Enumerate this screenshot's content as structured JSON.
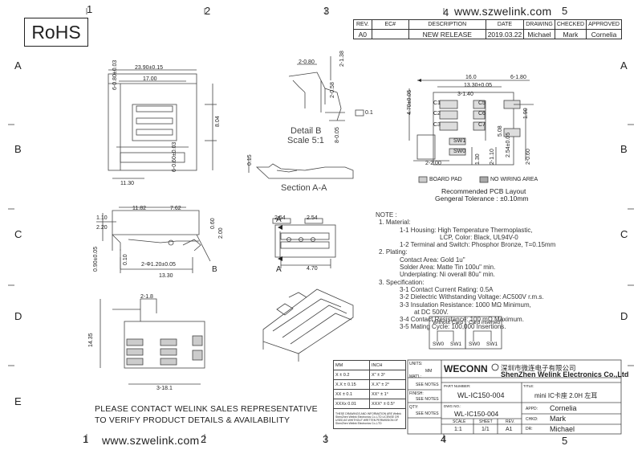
{
  "header": {
    "rohs": "RoHS",
    "website": "www.szwelink.com"
  },
  "zones": {
    "columns": [
      "1",
      "2",
      "3",
      "4",
      "5"
    ],
    "rows": [
      "A",
      "B",
      "C",
      "D",
      "E"
    ]
  },
  "revision_table": {
    "headers": [
      "REV.",
      "EC#",
      "DESCRIPTION",
      "DATE",
      "DRAWING",
      "CHECKED",
      "APPROVED"
    ],
    "row": [
      "A0",
      "",
      "NEW RELEASE",
      "2019.03.22",
      "Michael",
      "Mark",
      "Cornelia"
    ]
  },
  "dimensions": {
    "top_view": [
      "23.90±0.15",
      "17.00",
      "6-0.80±0.03",
      "8.04",
      "11.30",
      "6-0.60±0.03"
    ],
    "detail_b": [
      "2-0.80",
      "2-1.38",
      "2-0.58",
      "8-0.05",
      "0.1"
    ],
    "detail_b_title": "Detail B",
    "detail_b_scale": "Scale 5:1",
    "section_title": "Section A-A",
    "section_dim": "0.15",
    "side_view": [
      "11.82",
      "7.62",
      "1.10",
      "2.20",
      "0.60",
      "2.00",
      "0.90±0.05",
      "0.10",
      "2-Φ1.20±0.05",
      "13.30",
      "B"
    ],
    "front_view": [
      "2.54",
      "2.54",
      "4.70",
      "A",
      "A"
    ],
    "pcb_layout": [
      "16.0",
      "6-1.80",
      "13.30±0.05",
      "3-1.40",
      "4.70±0.05",
      "C1",
      "C2",
      "C3",
      "C5",
      "C6",
      "C7",
      "SW1",
      "SW0",
      "1.90",
      "2-2.00",
      "1.30",
      "2-1.10",
      "2.54±0.05",
      "5.08",
      "2-0.60"
    ],
    "bottom_view": [
      "2-1.8",
      "14.35",
      "3-18.1"
    ]
  },
  "pcb_legend": {
    "board_pad": "BOARD PAD",
    "no_wiring": "NO WIRING AREA",
    "title": "Recommended PCB Layout",
    "tolerance": "Gengeral Tolerance : ±0.10mm"
  },
  "notes": [
    "NOTE :",
    "1. Material:",
    "1-1 Housing: High Temperature Thermoplastic,",
    "LCP, Color: Black, UL94V-0",
    "1-2 Terminal and Switch: Phosphor Bronze, T=0.15mm",
    "2. Plating:",
    "Contact Area: Gold 1u\"",
    "Solder Area: Matte Tin 100u\" min.",
    "Underplating: Ni overall 80u\" min.",
    "3. Specification:",
    "3-1 Contact Current Rating: 0.5A",
    "3-2 Dielectric Withstanding Voltage: AC500V r.m.s.",
    "3-3 Insulation Resistance: 1000 MΩ Minimum,",
    "at DC 500V.",
    "3-4 Contact Resistance: 100 mΩ Maximum.",
    "3-5 Mating Cycle: 100,000 Insertions."
  ],
  "switch_diagram": {
    "without_card": "Without Card",
    "card_inserted": "Card inserted",
    "sw0": "SW0",
    "sw1": "SW1"
  },
  "contact_note": {
    "line1": "PLEASE CONTACT WELINK SALES REPRESENTATIVE",
    "line2": "TO VERIFY PRODUCT DETAILS & AVAILABILITY"
  },
  "tolerance_table": {
    "rows": [
      [
        "MM",
        "INCH"
      ],
      [
        "X  ± 0.2",
        "X\"  ± 3°"
      ],
      [
        "X.X  ± 0.15",
        "X.X\" ± 2°"
      ],
      [
        "XX ± 0.1",
        "XX° ± 1°"
      ],
      [
        "XXXx  0.01",
        "XXX° ± 0.5°"
      ]
    ],
    "disclaimer": "THESE DRAWINGS AND INFORMATION ARE Welink ShenZhen Welink Electronics Co.,LTD LICENSE OR USED AS WHITHOUT WRITTEN PERMISSION OF ShenZhen Welink Electronics Co.,LTD"
  },
  "title_block": {
    "units_label": "UNITS:",
    "units_value": "MM",
    "material_label": "MAT'L:",
    "material_value": "SEE NOTES",
    "finish_label": "FINISH:",
    "finish_value": "SEE NOTES",
    "qty_label": "QTY:",
    "qty_value": "SEE NOTES",
    "brand": "WECONN",
    "company_cn": "深圳市微连电子有限公司",
    "company_en": "ShenZhen Welink Electronics Co.,Ltd",
    "part_number_label": "PART NUMBER:",
    "part_number": "WL-IC150-004",
    "title_label": "TITLE:",
    "title": "mini IC卡座 2.0H 左耳",
    "dwg_label": "DWG NO.:",
    "dwg_no": "WL-IC150-004",
    "scale_label": "SCALE",
    "sheet_label": "SHEET",
    "rev_label": "REV.",
    "scale": "1:1",
    "sheet": "1/1",
    "rev": "A1",
    "appd_label": "APPD:",
    "appd": "Cornelia",
    "chkd_label": "CHKD:",
    "chkd": "Mark",
    "dr_label": "DR:",
    "dr": "Michael"
  }
}
